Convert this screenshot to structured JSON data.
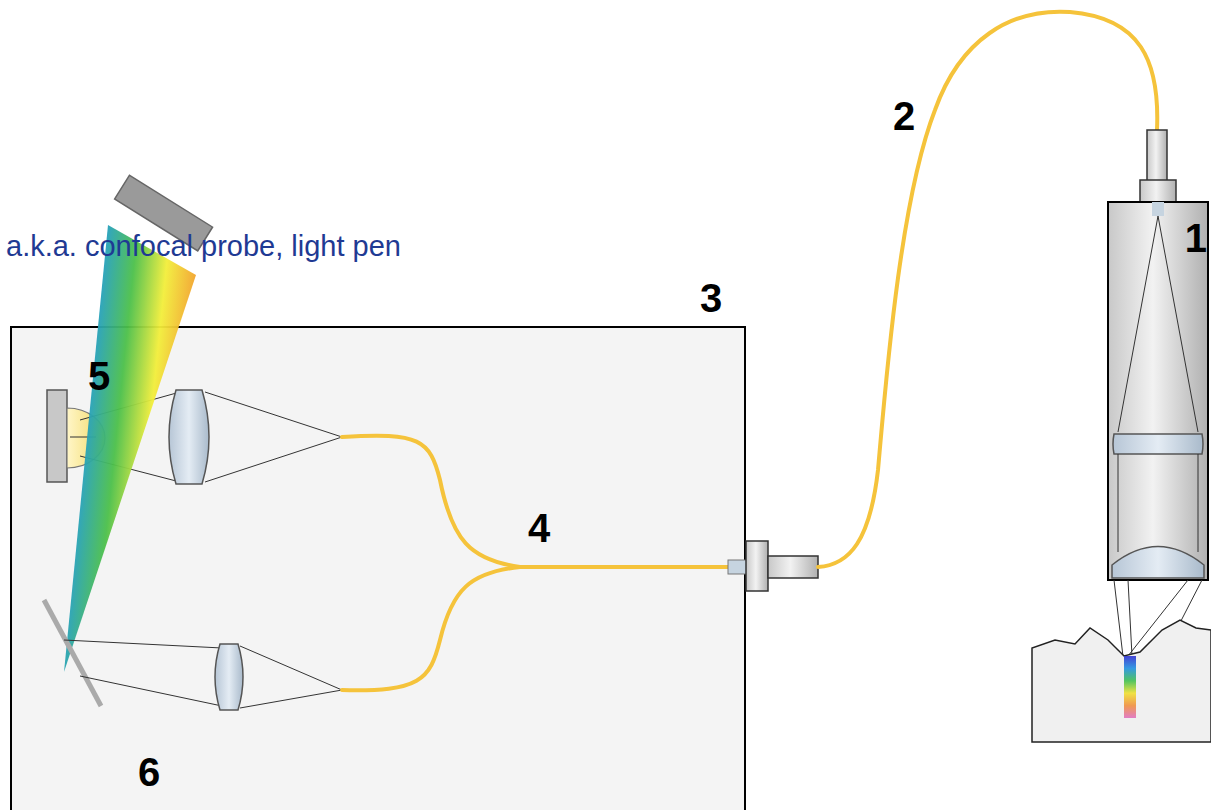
{
  "diagram": {
    "labels": [
      "a.k.a. confocal probe, light pen",
      "2",
      "1",
      "3",
      "5",
      "4",
      "6"
    ]
  }
}
